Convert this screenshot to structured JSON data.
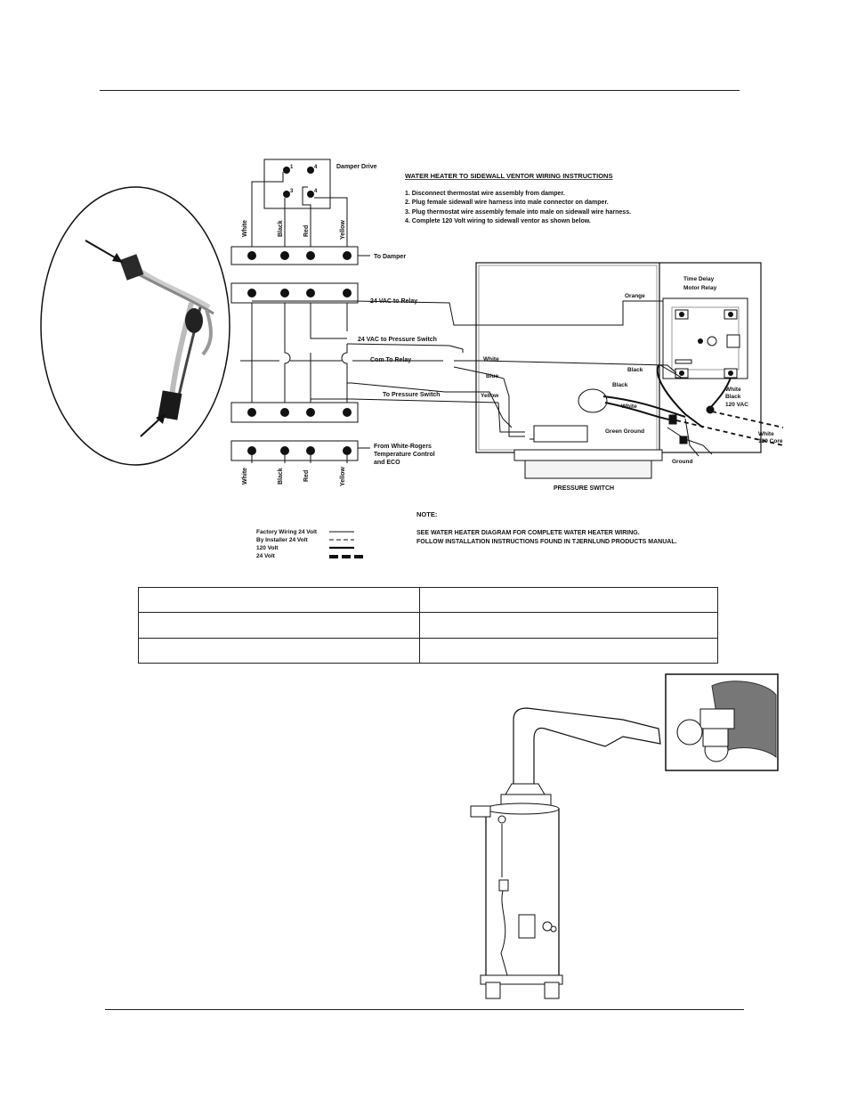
{
  "damper_drive": {
    "title": "Damper Drive",
    "pin_numbers": [
      "1",
      "4",
      "3",
      "4"
    ]
  },
  "wire_colors": [
    "White",
    "Black",
    "Red",
    "Yellow"
  ],
  "terminal_labels": {
    "to_damper": "To Damper",
    "from_white_rodgers": [
      "From White-Rogers",
      "Temperature Control",
      "and ECO"
    ]
  },
  "instructions": {
    "title": "WATER HEATER TO SIDEWALL VENTOR WIRING INSTRUCTIONS",
    "steps": [
      "1.  Disconnect thermostat wire assembly from damper.",
      "2.  Plug female sidewall wire harness into male connector on damper.",
      "3.  Plug thermostat wire assembly female into male on sidewall wire harness.",
      "4.  Complete 120 Volt wiring to sidewall ventor as shown below."
    ]
  },
  "circuit_labels": {
    "vac_relay": "24 VAC to Relay",
    "vac_pressure": "24 VAC to Pressure Switch",
    "com_relay": "Com To Relay",
    "to_pressure": "To Pressure Switch"
  },
  "relay": {
    "line1": "Time Delay",
    "line2": "Motor Relay"
  },
  "ventor_wires": {
    "orange": "Orange",
    "white": "White",
    "blue": "Blue",
    "yellow": "Yellow",
    "black_upper": "Black",
    "black_lower": "Black",
    "white_inner": "White",
    "white_black_120": [
      "White",
      "Black",
      "120 VAC"
    ],
    "white_120_core": [
      "White",
      "120 Core"
    ],
    "green_ground": "Green Ground",
    "ground": "Ground",
    "pressure_switch": "PRESSURE SWITCH"
  },
  "legend": [
    {
      "label": "Factory Wiring 24 Volt",
      "style": "solid-thin"
    },
    {
      "label": "By Installer 24 Volt",
      "style": "dashed"
    },
    {
      "label": "120 Volt",
      "style": "solid-thick"
    },
    {
      "label": "24 Volt",
      "style": "heavy-dashed"
    }
  ],
  "note": {
    "title": "NOTE:",
    "lines": [
      "SEE WATER HEATER DIAGRAM FOR COMPLETE WATER HEATER WIRING.",
      "FOLLOW INSTALLATION INSTRUCTIONS FOUND IN TJERNLUND PRODUCTS MANUAL."
    ]
  },
  "colors": {
    "ink": "#111111",
    "photo_bg": "#ffffff",
    "harness_dark": "#1a1a1a"
  }
}
